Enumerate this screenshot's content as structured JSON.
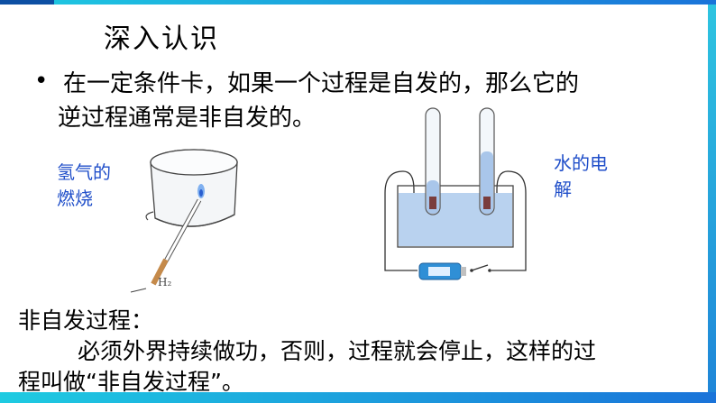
{
  "title": "深入认识",
  "bullet": {
    "line1": "在一定条件卡，如果一个过程是自发的，那么它的",
    "line2": "逆过程通常是非自发的。"
  },
  "figures": {
    "hydrogen": {
      "caption": "氢气的燃烧",
      "gas_label": "H₂"
    },
    "electrolysis": {
      "caption": "水的电解"
    }
  },
  "definition": {
    "heading": "非自发过程：",
    "line1": "必须外界持续做功，否则，过程就会停止，这样的过",
    "line2": "程叫做“非自发过程”。"
  },
  "colors": {
    "accent": "#1a73d9",
    "caption": "#1f4ec9",
    "water": "#b9d2ef"
  }
}
